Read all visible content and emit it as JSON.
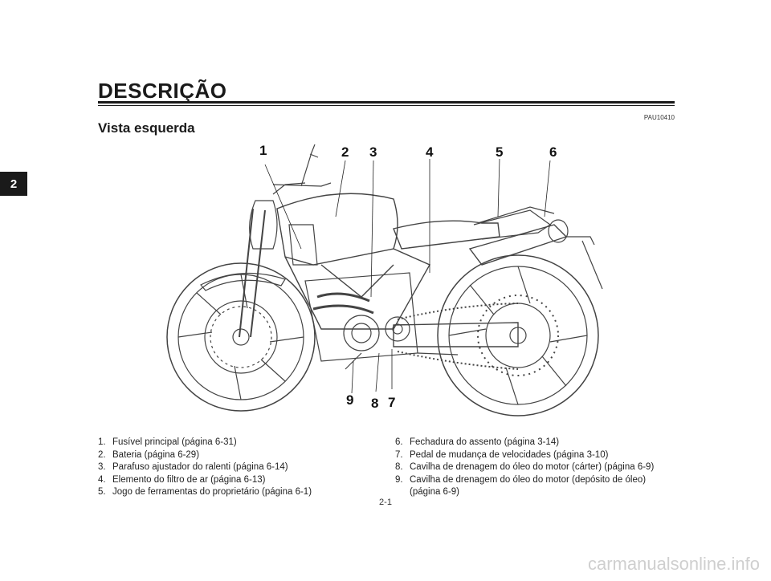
{
  "chapter_tab": "2",
  "section_title": "DESCRIÇÃO",
  "ref_code": "PAU10410",
  "subtitle": "Vista esquerda",
  "callouts": [
    "1",
    "2",
    "3",
    "4",
    "5",
    "6",
    "7",
    "8",
    "9"
  ],
  "legend_left": [
    {
      "num": "1.",
      "text": "Fusível principal (página 6-31)"
    },
    {
      "num": "2.",
      "text": "Bateria (página 6-29)"
    },
    {
      "num": "3.",
      "text": "Parafuso ajustador do ralenti (página 6-14)"
    },
    {
      "num": "4.",
      "text": "Elemento do filtro de ar (página 6-13)"
    },
    {
      "num": "5.",
      "text": "Jogo de ferramentas do proprietário (página 6-1)"
    }
  ],
  "legend_right": [
    {
      "num": "6.",
      "text": "Fechadura do assento (página 3-14)"
    },
    {
      "num": "7.",
      "text": "Pedal de mudança de velocidades (página 3-10)"
    },
    {
      "num": "8.",
      "text": "Cavilha de drenagem do óleo do motor (cárter) (página 6-9)"
    },
    {
      "num": "9.",
      "text": "Cavilha de drenagem do óleo do motor (depósito de óleo)"
    },
    {
      "num": "",
      "text": "(página 6-9)"
    }
  ],
  "page_number": "2-1",
  "watermark": "carmanualsonline.info"
}
